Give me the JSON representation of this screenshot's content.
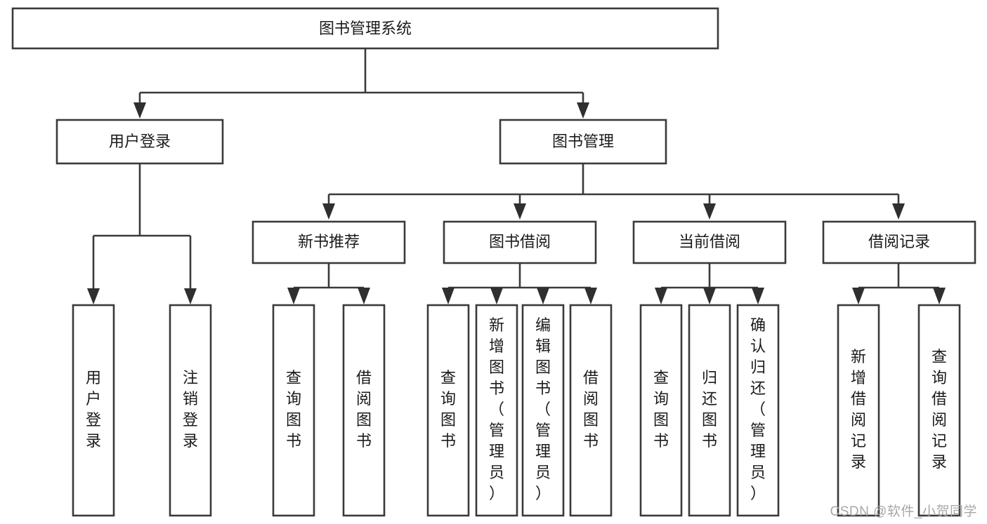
{
  "diagram": {
    "type": "tree-hierarchy",
    "title": "图书管理系统",
    "root": {
      "id": "root",
      "label": "图书管理系统",
      "orientation": "horizontal"
    },
    "level2": [
      {
        "id": "user-login",
        "label": "用户登录",
        "orientation": "horizontal"
      },
      {
        "id": "book-manage",
        "label": "图书管理",
        "orientation": "horizontal"
      }
    ],
    "level3": [
      {
        "id": "new-book-recommend",
        "label": "新书推荐",
        "orientation": "horizontal",
        "parent": "book-manage"
      },
      {
        "id": "book-borrow",
        "label": "图书借阅",
        "orientation": "horizontal",
        "parent": "book-manage"
      },
      {
        "id": "current-borrow",
        "label": "当前借阅",
        "orientation": "horizontal",
        "parent": "book-manage"
      },
      {
        "id": "borrow-record",
        "label": "借阅记录",
        "orientation": "horizontal",
        "parent": "book-manage"
      }
    ],
    "leaves": [
      {
        "id": "leaf-user-login",
        "label": "用户登录",
        "orientation": "vertical",
        "parent": "user-login"
      },
      {
        "id": "leaf-user-logout",
        "label": "注销登录",
        "orientation": "vertical",
        "parent": "user-login"
      },
      {
        "id": "leaf-query-book-1",
        "label": "查询图书",
        "orientation": "vertical",
        "parent": "new-book-recommend"
      },
      {
        "id": "leaf-borrow-book-1",
        "label": "借阅图书",
        "orientation": "vertical",
        "parent": "new-book-recommend"
      },
      {
        "id": "leaf-query-book-2",
        "label": "查询图书",
        "orientation": "vertical",
        "parent": "book-borrow"
      },
      {
        "id": "leaf-add-book",
        "label": "新增图书（管理员）",
        "orientation": "vertical",
        "parent": "book-borrow"
      },
      {
        "id": "leaf-edit-book",
        "label": "编辑图书（管理员）",
        "orientation": "vertical",
        "parent": "book-borrow"
      },
      {
        "id": "leaf-borrow-book-2",
        "label": "借阅图书",
        "orientation": "vertical",
        "parent": "book-borrow"
      },
      {
        "id": "leaf-query-book-3",
        "label": "查询图书",
        "orientation": "vertical",
        "parent": "current-borrow"
      },
      {
        "id": "leaf-return-book",
        "label": "归还图书",
        "orientation": "vertical",
        "parent": "current-borrow"
      },
      {
        "id": "leaf-confirm-return",
        "label": "确认归还（管理员）",
        "orientation": "vertical",
        "parent": "current-borrow"
      },
      {
        "id": "leaf-add-record",
        "label": "新增借阅记录",
        "orientation": "vertical",
        "parent": "borrow-record"
      },
      {
        "id": "leaf-query-record",
        "label": "查询借阅记录",
        "orientation": "vertical",
        "parent": "borrow-record"
      }
    ],
    "colors": {
      "box_fill": "#ffffff",
      "box_stroke": "#3a3a3a",
      "connector": "#3a3a3a",
      "text": "#1b1b1b",
      "background": "#ffffff",
      "watermark": "#a8a8a8"
    }
  },
  "watermark": {
    "text": "CSDN @软件_小贺同学"
  }
}
